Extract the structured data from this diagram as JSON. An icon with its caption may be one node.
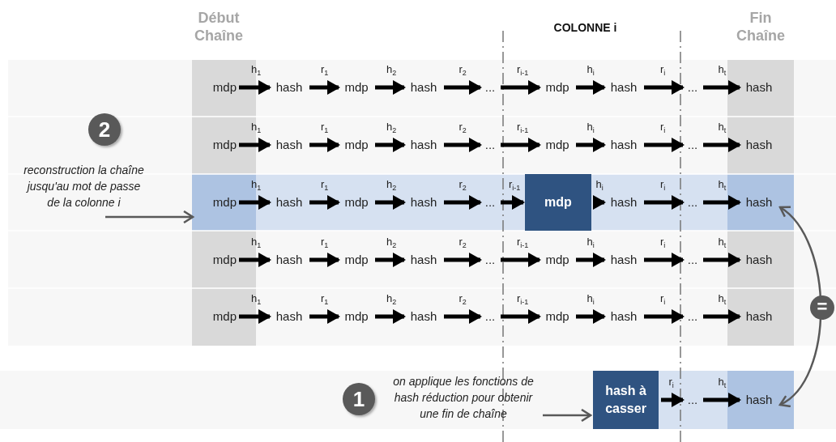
{
  "diagram": {
    "nodes": [
      {
        "text": [
          "mdp"
        ]
      },
      {
        "text": [
          "hash"
        ]
      },
      {
        "text": [
          "mdp"
        ]
      },
      {
        "text": [
          "hash"
        ]
      },
      {
        "text": [
          "..."
        ]
      },
      {
        "text": [
          "mdp"
        ]
      },
      {
        "text": [
          "hash"
        ]
      },
      {
        "text": [
          "..."
        ]
      },
      {
        "text": [
          "hash"
        ]
      },
      {
        "text": [
          "mdp"
        ]
      },
      {
        "text": [
          "hash"
        ]
      },
      {
        "text": [
          "mdp"
        ]
      },
      {
        "text": [
          "hash"
        ]
      },
      {
        "text": [
          "..."
        ]
      },
      {
        "text": [
          "mdp"
        ]
      },
      {
        "text": [
          "hash"
        ]
      },
      {
        "text": [
          "..."
        ]
      },
      {
        "text": [
          "hash"
        ]
      },
      {
        "text": [
          "mdp"
        ]
      },
      {
        "text": [
          "hash"
        ]
      },
      {
        "text": [
          "mdp"
        ]
      },
      {
        "text": [
          "hash"
        ]
      },
      {
        "text": [
          "..."
        ]
      },
      {
        "text": [
          "mdp"
        ]
      },
      {
        "text": [
          "hash"
        ]
      },
      {
        "text": [
          "..."
        ]
      },
      {
        "text": [
          "hash"
        ]
      },
      {
        "text": [
          "mdp"
        ]
      },
      {
        "text": [
          "hash"
        ]
      },
      {
        "text": [
          "mdp"
        ]
      },
      {
        "text": [
          "hash"
        ]
      },
      {
        "text": [
          "..."
        ]
      },
      {
        "text": [
          "mdp"
        ]
      },
      {
        "text": [
          "hash"
        ]
      },
      {
        "text": [
          "..."
        ]
      },
      {
        "text": [
          "hash"
        ]
      },
      {
        "text": [
          "mdp"
        ]
      },
      {
        "text": [
          "hash"
        ]
      },
      {
        "text": [
          "mdp"
        ]
      },
      {
        "text": [
          "hash"
        ]
      },
      {
        "text": [
          "..."
        ]
      },
      {
        "text": [
          "mdp"
        ]
      },
      {
        "text": [
          "hash"
        ]
      },
      {
        "text": [
          "..."
        ]
      },
      {
        "text": [
          "hash"
        ]
      },
      {
        "text": [
          "reconstruction la chaîne jusqu'au mot de passe de la colonne i"
        ]
      },
      {
        "text": [
          "on applique les fonctions de hash réduction pour obtenir une fin de chaîne"
        ]
      },
      {
        "text": [
          "hash à casser"
        ]
      },
      {
        "text": [
          "..."
        ]
      },
      {
        "text": [
          "hash"
        ]
      }
    ],
    "edges": [
      {
        "from": 0,
        "to": 1,
        "arrow": "to",
        "label": "h$_{1}$"
      },
      {
        "from": 1,
        "to": 2,
        "arrow": "to",
        "label": "r$_{1}$"
      },
      {
        "from": 2,
        "to": 3,
        "arrow": "to",
        "label": "h$_{2}$"
      },
      {
        "from": 3,
        "to": 4,
        "arrow": "to",
        "label": "r$_{2}$"
      },
      {
        "from": 4,
        "to": 5,
        "arrow": "to",
        "label": "r$_{i-1}$"
      },
      {
        "from": 5,
        "to": 6,
        "arrow": "to",
        "label": "h$_{i}$"
      },
      {
        "from": 6,
        "to": 7,
        "arrow": "to",
        "label": "r$_{i}$"
      },
      {
        "from": 7,
        "to": 8,
        "arrow": "to",
        "label": "h$_{t}$"
      },
      {
        "from": 9,
        "to": 10,
        "arrow": "to",
        "label": "h$_{1}$"
      },
      {
        "from": 10,
        "to": 11,
        "arrow": "to",
        "label": "r$_{1}$"
      },
      {
        "from": 11,
        "to": 12,
        "arrow": "to",
        "label": "h$_{2}$"
      },
      {
        "from": 12,
        "to": 13,
        "arrow": "to",
        "label": "r$_{2}$"
      },
      {
        "from": 13,
        "to": 14,
        "arrow": "to",
        "label": "r$_{i-1}$"
      },
      {
        "from": 14,
        "to": 15,
        "arrow": "to",
        "label": "h$_{i}$"
      },
      {
        "from": 15,
        "to": 16,
        "arrow": "to",
        "label": "r$_{i}$"
      },
      {
        "from": 16,
        "to": 17,
        "arrow": "to",
        "label": "h$_{t}$"
      },
      {
        "from": 18,
        "to": 19,
        "arrow": "to",
        "label": "h$_{1}$"
      },
      {
        "from": 19,
        "to": 20,
        "arrow": "to",
        "label": "r$_{1}$"
      },
      {
        "from": 20,
        "to": 21,
        "arrow": "to",
        "label": "h$_{2}$"
      },
      {
        "from": 21,
        "to": 22,
        "arrow": "to",
        "label": "r$_{2}$"
      },
      {
        "from": 22,
        "to": 23,
        "arrow": "to",
        "label": "r$_{i-1}$"
      },
      {
        "from": 23,
        "to": 24,
        "arrow": "to",
        "label": "h$_{i}$"
      },
      {
        "from": 24,
        "to": 25,
        "arrow": "to",
        "label": "r$_{i}$"
      },
      {
        "from": 25,
        "to": 26,
        "arrow": "to",
        "label": "h$_{t}$"
      },
      {
        "from": 27,
        "to": 28,
        "arrow": "to",
        "label": "h$_{1}$"
      },
      {
        "from": 28,
        "to": 29,
        "arrow": "to",
        "label": "r$_{1}$"
      },
      {
        "from": 29,
        "to": 30,
        "arrow": "to",
        "label": "h$_{2}$"
      },
      {
        "from": 30,
        "to": 31,
        "arrow": "to",
        "label": "r$_{2}$"
      },
      {
        "from": 31,
        "to": 32,
        "arrow": "to",
        "label": "r$_{i-1}$"
      },
      {
        "from": 32,
        "to": 33,
        "arrow": "to",
        "label": "h$_{i}$"
      },
      {
        "from": 33,
        "to": 34,
        "arrow": "to",
        "label": "r$_{i}$"
      },
      {
        "from": 34,
        "to": 35,
        "arrow": "to",
        "label": "h$_{t}$"
      },
      {
        "from": 36,
        "to": 37,
        "arrow": "to",
        "label": "h$_{1}$"
      },
      {
        "from": 37,
        "to": 38,
        "arrow": "to",
        "label": "r$_{1}$"
      },
      {
        "from": 38,
        "to": 39,
        "arrow": "to",
        "label": "h$_{2}$"
      },
      {
        "from": 39,
        "to": 40,
        "arrow": "to",
        "label": "r$_{2}$"
      },
      {
        "from": 40,
        "to": 41,
        "arrow": "to",
        "label": "r$_{i-1}$"
      },
      {
        "from": 41,
        "to": 42,
        "arrow": "to",
        "label": "h$_{i}$"
      },
      {
        "from": 42,
        "to": 43,
        "arrow": "to",
        "label": "r$_{i}$"
      },
      {
        "from": 43,
        "to": 44,
        "arrow": "to",
        "label": "h$_{t}$"
      },
      {
        "from": 45,
        "to": 18,
        "arrow": "to",
        "color": "#595959"
      },
      {
        "from": 46,
        "to": 47,
        "arrow": "to",
        "color": "#595959"
      },
      {
        "from": 47,
        "to": 48,
        "arrow": "to",
        "label": "r$_{i}$"
      },
      {
        "from": 48,
        "to": 49,
        "arrow": "to",
        "label": "h$_{t}$"
      },
      {
        "from": 49,
        "to": 26,
        "arrow": "both",
        "label": "=",
        "color": "#595959"
      }
    ],
    "labels": [
      "Début Chaîne",
      "COLONNE i",
      "Fin Chaîne",
      "2",
      "1"
    ]
  }
}
